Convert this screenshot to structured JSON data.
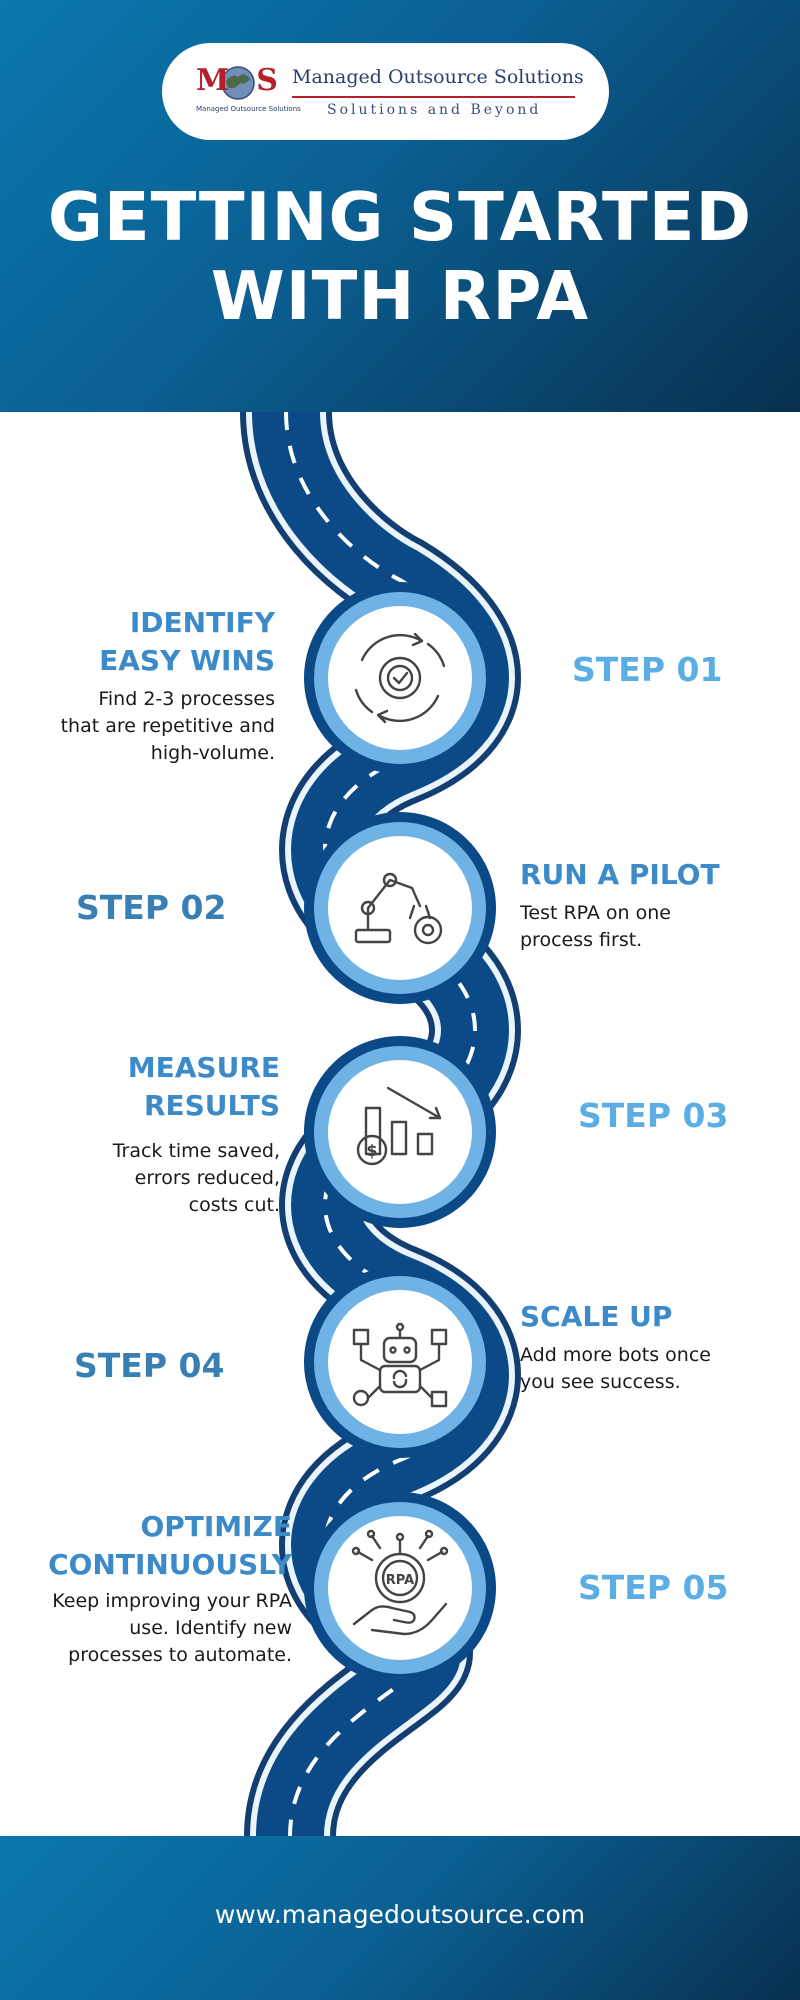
{
  "brand": {
    "logo_letters": "MOS",
    "logo_small": "Managed Outsource Solutions",
    "name": "Managed Outsource Solutions",
    "tagline": "Solutions and Beyond"
  },
  "title": "GETTING STARTED WITH RPA",
  "steps": [
    {
      "label": "STEP 01",
      "heading": "IDENTIFY EASY WINS",
      "description": "Find 2-3 processes that are repetitive and high-volume.",
      "icon": "gear-cycle-check-icon"
    },
    {
      "label": "STEP 02",
      "heading": "RUN A PILOT",
      "description": "Test RPA on one process first.",
      "icon": "robot-arm-gear-icon"
    },
    {
      "label": "STEP 03",
      "heading": "MEASURE RESULTS",
      "description": "Track time saved, errors reduced, costs cut.",
      "icon": "cost-reduction-chart-icon"
    },
    {
      "label": "STEP 04",
      "heading": "SCALE UP",
      "description": "Add more bots once you see success.",
      "icon": "robot-network-icon"
    },
    {
      "label": "STEP 05",
      "heading": "OPTIMIZE CONTINUOUSLY",
      "description": "Keep improving your RPA use. Identify new processes to automate.",
      "icon": "rpa-gear-hand-icon"
    }
  ],
  "footer": {
    "url": "www.managedoutsource.com"
  },
  "colors": {
    "header_start": "#0a78ad",
    "header_end": "#08304f",
    "road": "#0b4a86",
    "road_border": "#123e72",
    "accent_light": "#5aaee4",
    "accent_dark": "#3d8ac8"
  }
}
